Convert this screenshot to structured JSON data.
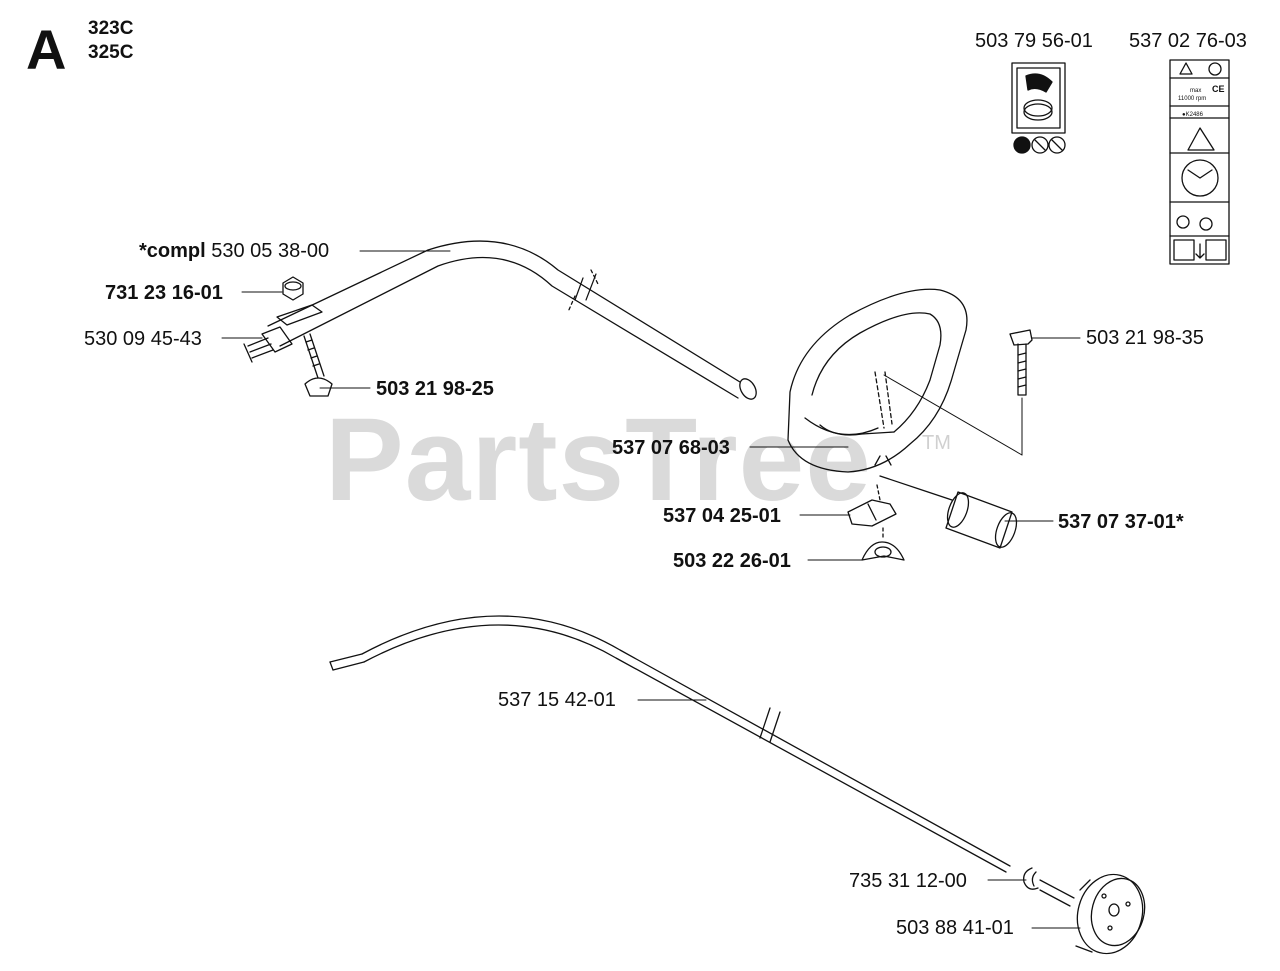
{
  "header": {
    "section_letter": "A",
    "models": [
      "323C",
      "325C"
    ]
  },
  "watermark": {
    "text": "PartsTree",
    "mark": "TM"
  },
  "top_labels": {
    "decal_1": "503 79 56-01",
    "decal_2": "537 02 76-03"
  },
  "parts": {
    "shaft_prefix": "*compl",
    "shaft_number": "530 05 38-00",
    "nut": "731 23 16-01",
    "fitting": "530 09 45-43",
    "bolt_left": "503 21 98-25",
    "bolt_right": "503 21 98-35",
    "handle": "537 07 68-03",
    "clamp": "537 04 25-01",
    "wing_nut": "503 22 26-01",
    "sleeve": "537 07 37-01*",
    "drive_shaft": "537 15 42-01",
    "circlip": "735 31 12-00",
    "clutch_drum": "503 88 41-01"
  },
  "decals": {
    "decal_2_text": {
      "max": "max",
      "rpm": "11000 rpm",
      "ce": "CE",
      "code": "●K2486"
    }
  },
  "colors": {
    "ink": "#111111",
    "watermark": "#999999"
  }
}
